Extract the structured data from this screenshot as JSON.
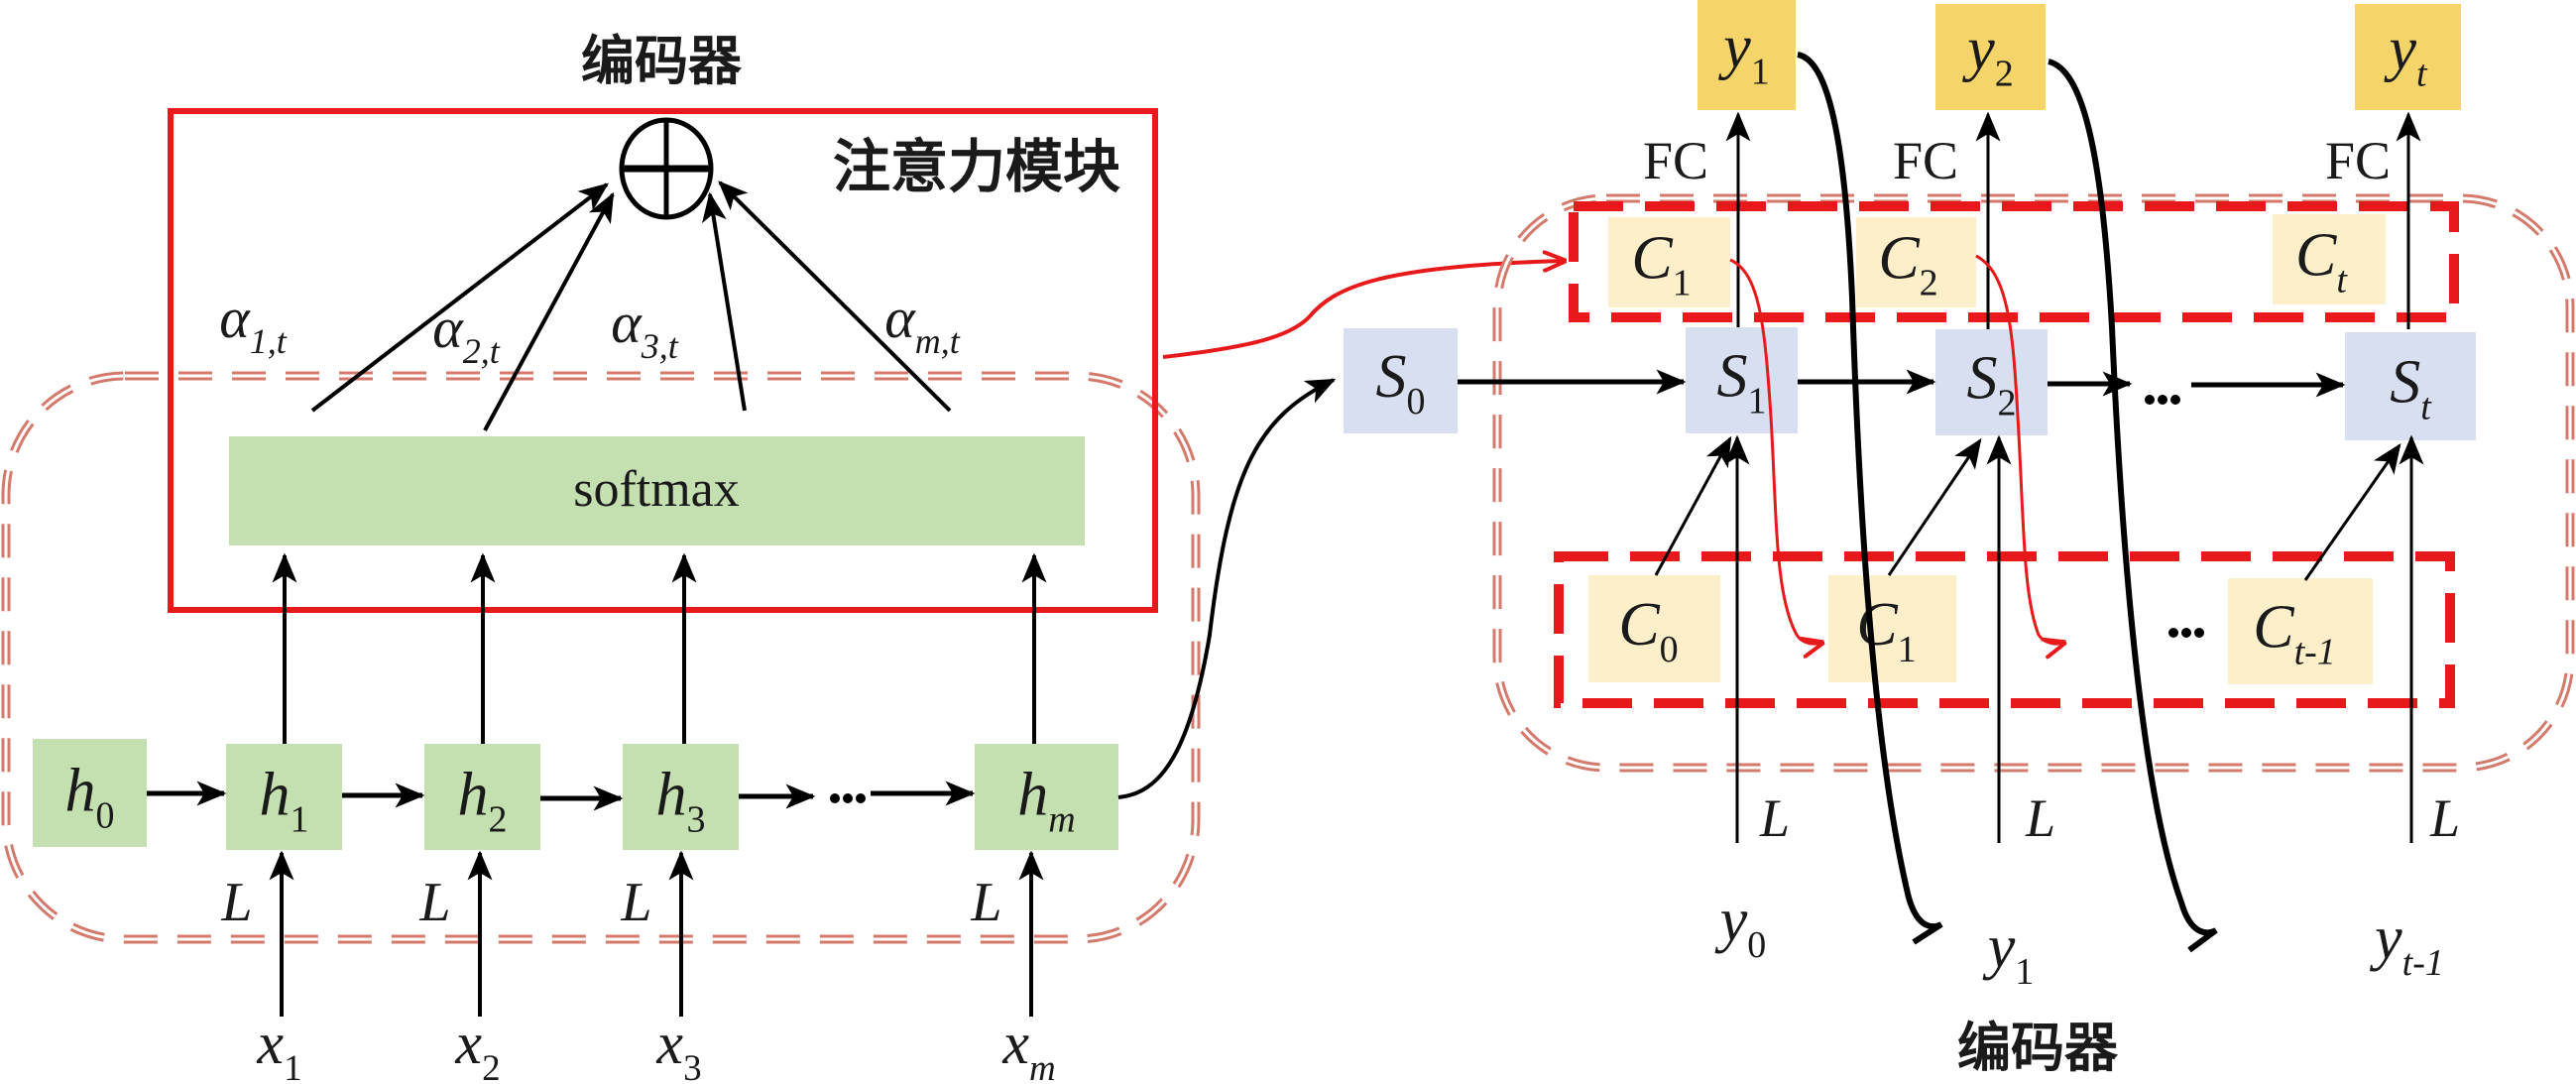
{
  "encoder_title": "编码器",
  "decoder_title": "编码器",
  "attention_module": {
    "title": "注意力模块",
    "combine_symbol": "⊕",
    "softmax_label": "softmax",
    "weights": [
      {
        "base": "α",
        "sub": "1,t"
      },
      {
        "base": "α",
        "sub": "2,t"
      },
      {
        "base": "α",
        "sub": "3,t"
      },
      {
        "base": "α",
        "sub": "m,t"
      }
    ]
  },
  "encoder": {
    "hidden_states": [
      {
        "base": "h",
        "sub": "0"
      },
      {
        "base": "h",
        "sub": "1"
      },
      {
        "base": "h",
        "sub": "2"
      },
      {
        "base": "h",
        "sub": "3"
      },
      {
        "base": "h",
        "sub": "m"
      }
    ],
    "inputs": [
      {
        "base": "x",
        "sub": "1"
      },
      {
        "base": "x",
        "sub": "2"
      },
      {
        "base": "x",
        "sub": "3"
      },
      {
        "base": "x",
        "sub": "m"
      }
    ],
    "layer_label": "L",
    "ellipsis": "···"
  },
  "decoder": {
    "outputs": [
      {
        "base": "y",
        "sub": "1"
      },
      {
        "base": "y",
        "sub": "2"
      },
      {
        "base": "y",
        "sub": "t"
      }
    ],
    "fc_label": "FC",
    "contexts_top": [
      {
        "base": "C",
        "sub": "1"
      },
      {
        "base": "C",
        "sub": "2"
      },
      {
        "base": "C",
        "sub": "t"
      }
    ],
    "states": [
      {
        "base": "S",
        "sub": "0"
      },
      {
        "base": "S",
        "sub": "1"
      },
      {
        "base": "S",
        "sub": "2"
      },
      {
        "base": "S",
        "sub": "t"
      }
    ],
    "contexts_bottom": [
      {
        "base": "C",
        "sub": "0"
      },
      {
        "base": "C",
        "sub": "1"
      },
      {
        "base": "C",
        "sub": "t-1"
      }
    ],
    "inputs": [
      {
        "base": "y",
        "sub": "0"
      },
      {
        "base": "y",
        "sub": "1"
      },
      {
        "base": "y",
        "sub": "t-1"
      }
    ],
    "layer_label": "L",
    "ellipsis": "···"
  },
  "colors": {
    "encoder_box": "#c5e0b0",
    "state_box": "#d7dff0",
    "context_box": "#fcefca",
    "output_box": "#f5d46a",
    "attention_border": "#e8191a",
    "group_dashed": "#c8584b",
    "arrow": "#000000"
  }
}
